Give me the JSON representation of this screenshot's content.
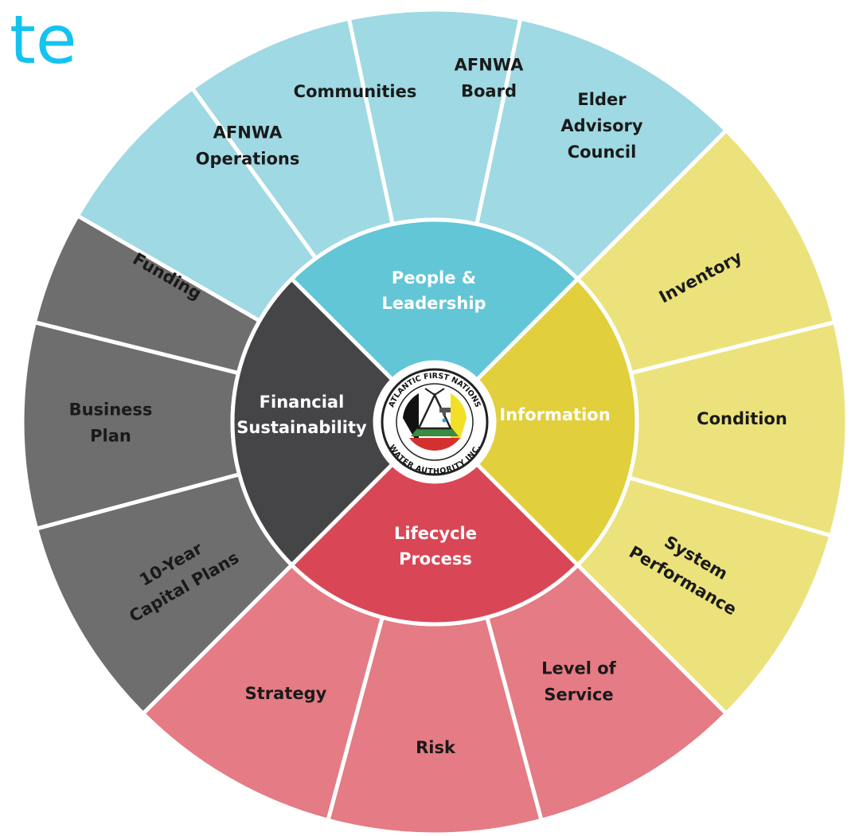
{
  "title_fragment": "te",
  "logo": {
    "text_top": "ATLANTIC FIRST NATIONS",
    "text_bottom": "WATER AUTHORITY INC."
  },
  "colors": {
    "cyan_outer": "#9fd9e3",
    "cyan_inner": "#62c6d6",
    "yellow_outer": "#ece27c",
    "yellow_inner": "#e1cf3b",
    "red_outer": "#e57b84",
    "red_inner": "#d94757",
    "gray_outer": "#6e6e6e",
    "gray_inner": "#454548",
    "title_text": "#14c3f0"
  },
  "diagram": {
    "quadrants": [
      {
        "id": "people",
        "label": [
          "People &",
          "Leadership"
        ],
        "color_key": "cyan",
        "segments": [
          {
            "id": "elder-advisory-council",
            "label": [
              "Elder",
              "Advisory",
              "Council"
            ]
          },
          {
            "id": "afnwa-board",
            "label": [
              "AFNWA",
              "Board"
            ]
          },
          {
            "id": "communities",
            "label": [
              "Communities"
            ]
          },
          {
            "id": "afnwa-operations",
            "label": [
              "AFNWA",
              "Operations"
            ]
          }
        ]
      },
      {
        "id": "information",
        "label": [
          "Information"
        ],
        "color_key": "yellow",
        "segments": [
          {
            "id": "inventory",
            "label": [
              "Inventory"
            ]
          },
          {
            "id": "condition",
            "label": [
              "Condition"
            ]
          },
          {
            "id": "system-performance",
            "label": [
              "System",
              "Performance"
            ]
          }
        ]
      },
      {
        "id": "lifecycle",
        "label": [
          "Lifecycle",
          "Process"
        ],
        "color_key": "red",
        "segments": [
          {
            "id": "level-of-service",
            "label": [
              "Level of",
              "Service"
            ]
          },
          {
            "id": "risk",
            "label": [
              "Risk"
            ]
          },
          {
            "id": "strategy",
            "label": [
              "Strategy"
            ]
          }
        ]
      },
      {
        "id": "financial",
        "label": [
          "Financial",
          "Sustainability"
        ],
        "color_key": "gray",
        "segments": [
          {
            "id": "10-year-capital-plans",
            "label": [
              "10-Year",
              "Capital Plans"
            ]
          },
          {
            "id": "business-plan",
            "label": [
              "Business",
              "Plan"
            ]
          },
          {
            "id": "funding",
            "label": [
              "Funding"
            ]
          }
        ]
      }
    ]
  }
}
